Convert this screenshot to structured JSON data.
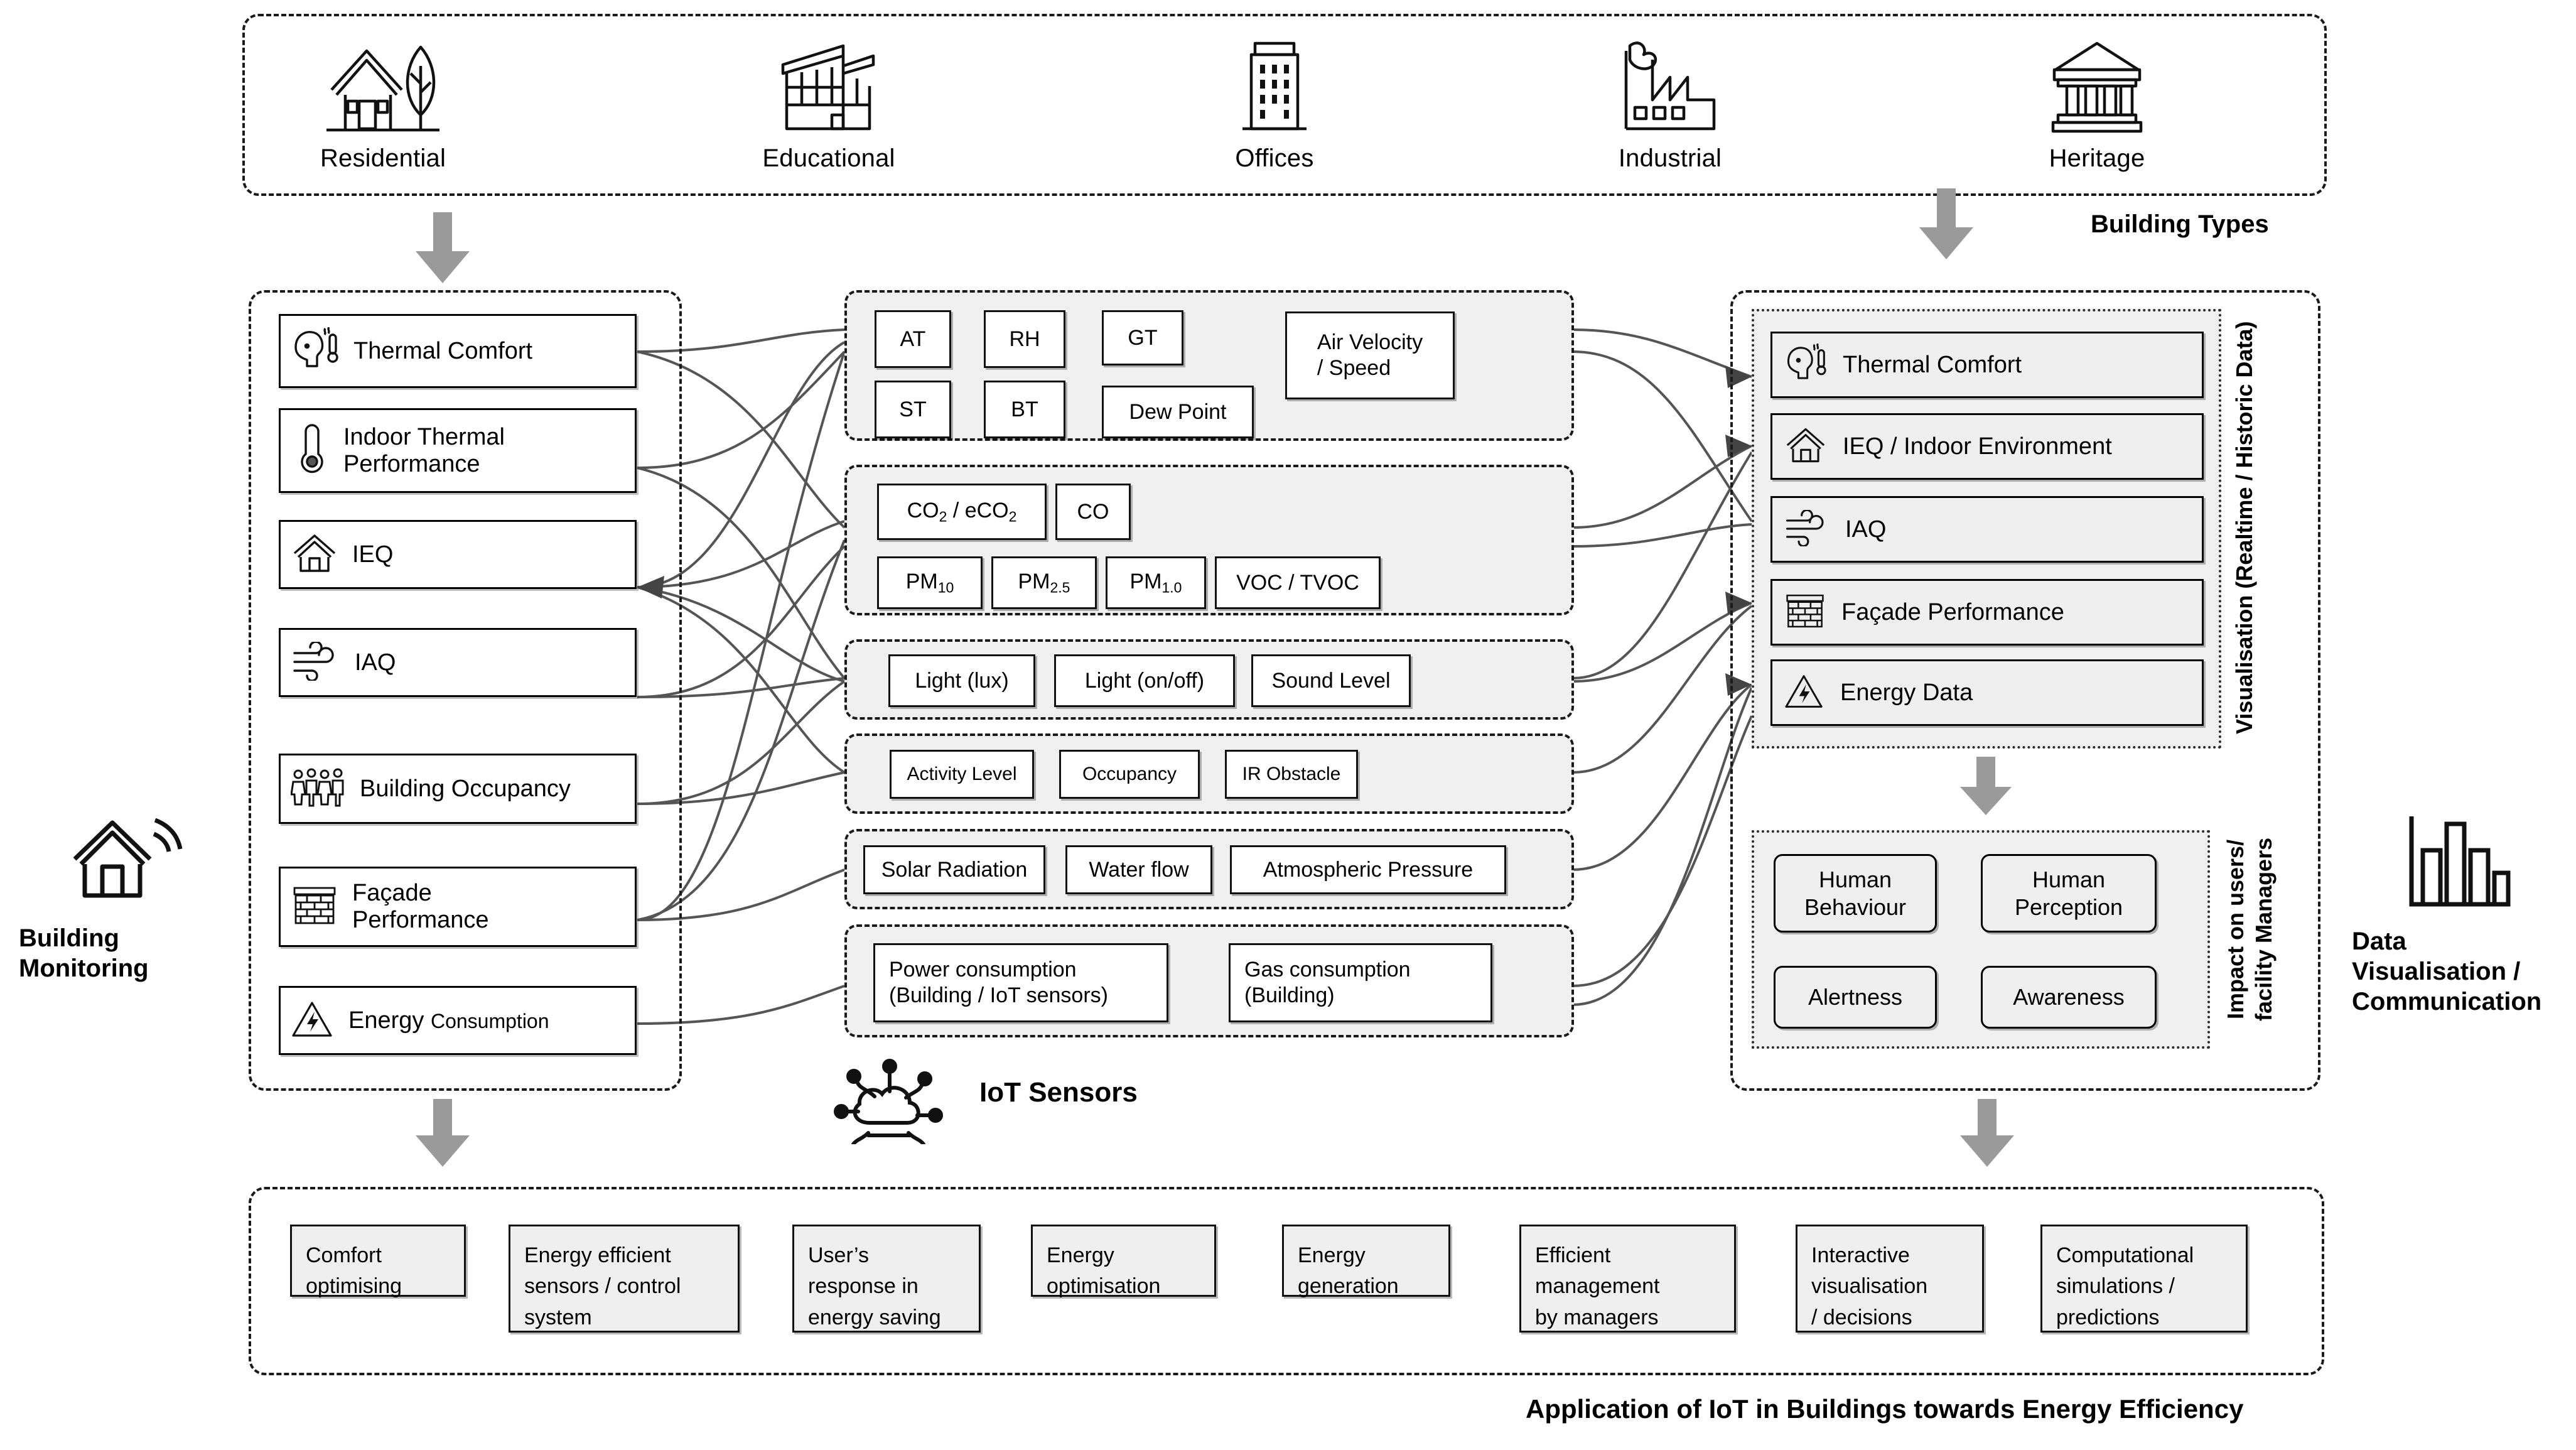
{
  "building_types": {
    "label": "Building Types",
    "items": [
      {
        "label": "Residential",
        "icon": "house-with-tree-icon"
      },
      {
        "label": "Educational",
        "icon": "school-building-icon"
      },
      {
        "label": "Offices",
        "icon": "office-tower-icon"
      },
      {
        "label": "Industrial",
        "icon": "factory-icon"
      },
      {
        "label": "Heritage",
        "icon": "classical-temple-icon"
      }
    ]
  },
  "building_monitoring": {
    "caption_line1": "Building",
    "caption_line2": "Monitoring",
    "icon": "house-signal-icon",
    "items": [
      {
        "label": "Thermal Comfort",
        "icon": "head-thermometer-icon"
      },
      {
        "label": "Indoor Thermal Performance",
        "icon": "thermometer-icon"
      },
      {
        "label": "IEQ",
        "icon": "house-icon"
      },
      {
        "label": "IAQ",
        "icon": "wind-icon"
      },
      {
        "label": "Building Occupancy",
        "icon": "people-group-icon"
      },
      {
        "label": "Façade Performance",
        "icon": "brick-wall-icon"
      },
      {
        "label_main": "Energy",
        "label_sub": "Consumption",
        "icon": "energy-warning-icon"
      }
    ]
  },
  "iot_sensors": {
    "label": "IoT Sensors",
    "icon": "cloud-iot-icon",
    "groups": [
      {
        "name": "thermal-sensors",
        "chips": [
          "AT",
          "RH",
          "GT",
          "Air Velocity / Speed",
          "ST",
          "BT",
          "Dew Point"
        ]
      },
      {
        "name": "air-quality-sensors",
        "chips": [
          "CO2 / eCO2",
          "CO",
          "PM10",
          "PM2.5",
          "PM1.0",
          "VOC / TVOC"
        ]
      },
      {
        "name": "light-sound-sensors",
        "chips": [
          "Light (lux)",
          "Light (on/off)",
          "Sound Level"
        ]
      },
      {
        "name": "occupancy-sensors",
        "chips": [
          "Activity Level",
          "Occupancy",
          "IR Obstacle"
        ]
      },
      {
        "name": "environment-sensors",
        "chips": [
          "Solar Radiation",
          "Water flow",
          "Atmospheric Pressure"
        ]
      },
      {
        "name": "energy-sensors",
        "chips": [
          "Power consumption\n(Building / IoT sensors)",
          "Gas consumption\n(Building)"
        ]
      }
    ]
  },
  "visualisation": {
    "vertical_label": "Visualisation (Realtime / Historic Data)",
    "items": [
      {
        "label": "Thermal Comfort",
        "icon": "head-thermometer-icon"
      },
      {
        "label": "IEQ / Indoor Environment",
        "icon": "house-icon"
      },
      {
        "label": "IAQ",
        "icon": "wind-icon"
      },
      {
        "label": "Façade Performance",
        "icon": "brick-wall-icon"
      },
      {
        "label": "Energy Data",
        "icon": "energy-warning-icon"
      }
    ]
  },
  "impact": {
    "vertical_label": "Impact on users/ facility Managers",
    "items": [
      "Human Behaviour",
      "Human Perception",
      "Alertness",
      "Awareness"
    ]
  },
  "data_visualisation": {
    "caption_line1": "Data",
    "caption_line2": "Visualisation /",
    "caption_line3": "Communication",
    "icon": "bar-chart-icon"
  },
  "applications": {
    "caption": "Application of IoT in Buildings towards Energy Efficiency",
    "items": [
      "Comfort\noptimising",
      "Energy efficient\nsensors / control\nsystem",
      "User’s\nresponse in\nenergy saving",
      "Energy\noptimisation",
      "Energy\ngeneration",
      "Efficient\nmanagement\nby managers",
      "Interactive\nvisualisation\n/ decisions",
      "Computational\nsimulations /\npredictions"
    ]
  },
  "colors": {
    "ink": "#111111",
    "group_fill": "#f0f0f0",
    "arrow_grey": "#9a9a9a",
    "wire": "#555555"
  }
}
